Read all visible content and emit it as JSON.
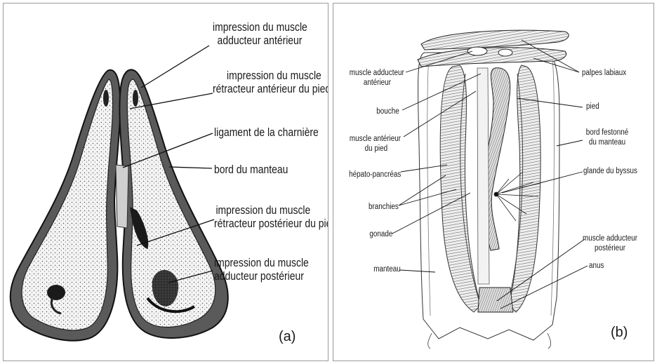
{
  "panel_a": {
    "letter": "(a)",
    "labels": [
      {
        "line1": "impression du muscle",
        "line2": "adducteur antérieur"
      },
      {
        "line1": "impression du muscle",
        "line2": "rétracteur antérieur du pied"
      },
      {
        "line1": "ligament de la charnière",
        "line2": ""
      },
      {
        "line1": "bord du manteau",
        "line2": ""
      },
      {
        "line1": "impression du muscle",
        "line2": "rétracteur postérieur du pied"
      },
      {
        "line1": "impression du muscle",
        "line2": "adducteur postérieur"
      }
    ]
  },
  "panel_b": {
    "letter": "(b)",
    "left_labels": [
      {
        "line1": "muscle adducteur",
        "line2": "antérieur"
      },
      {
        "line1": "bouche",
        "line2": ""
      },
      {
        "line1": "muscle antérieur",
        "line2": "du pied"
      },
      {
        "line1": "hépato-pancréas",
        "line2": ""
      },
      {
        "line1": "branchies",
        "line2": ""
      },
      {
        "line1": "gonade",
        "line2": ""
      },
      {
        "line1": "manteau",
        "line2": ""
      }
    ],
    "right_labels": [
      {
        "line1": "palpes labiaux",
        "line2": ""
      },
      {
        "line1": "pied",
        "line2": ""
      },
      {
        "line1": "bord festonné",
        "line2": "du manteau"
      },
      {
        "line1": "glande du byssus",
        "line2": ""
      },
      {
        "line1": "muscle adducteur",
        "line2": "postérieur"
      },
      {
        "line1": "anus",
        "line2": ""
      }
    ]
  }
}
